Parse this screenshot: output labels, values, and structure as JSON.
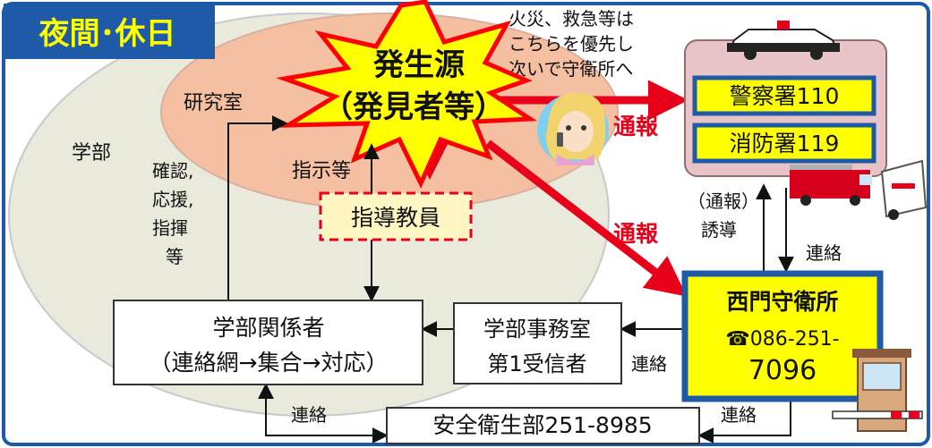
{
  "banner": "夜間･休日",
  "note": [
    "火災、救急等は",
    "こちらを優先し",
    "次いで守衛所へ"
  ],
  "zones": {
    "faculty": "学部",
    "lab": "研究室"
  },
  "source": {
    "line1": "発生源",
    "line2": "（発見者等）"
  },
  "police": "警察署110",
  "fire": "消防署119",
  "report_top": "通報",
  "report_mid": "通報",
  "instruction": "指示等",
  "supervisor": "指導教員",
  "confirm": [
    "確認,",
    "応援,",
    "指揮",
    "等"
  ],
  "guard_labels": [
    "（通報）",
    "誘導"
  ],
  "contact_right": "連絡",
  "guard": {
    "title": "西門守衛所",
    "phone_line1": "☎086-251-",
    "phone_line2": "7096"
  },
  "office": {
    "line1": "学部事務室",
    "line2": "第1受信者"
  },
  "contact_office": "連絡",
  "faculty_staff": {
    "line1": "学部関係者",
    "line2": "（連絡網→集合→対応）"
  },
  "contact_bottom_left": "連絡",
  "contact_bottom_right": "連絡",
  "safety": "安全衛生部251-8985",
  "colors": {
    "banner_bg": "#1f5aa8",
    "banner_text": "#ffff00",
    "frame": "#1f5aa8",
    "zone_faculty": "#e9eadb",
    "zone_lab": "#f5bfa2",
    "burst_fill": "#ffff00",
    "burst_stroke": "#ff0000",
    "red": "#e8001a",
    "police_panel": "#e8c4c8",
    "yellow_box": "#ffff00",
    "blue_border": "#1f5aa8",
    "dashed_fill": "#fff6c4"
  },
  "icons": [
    "police-car-icon",
    "fire-truck-icon",
    "ambulance-icon",
    "caller-girl-icon",
    "guard-booth-icon",
    "phone-icon"
  ]
}
